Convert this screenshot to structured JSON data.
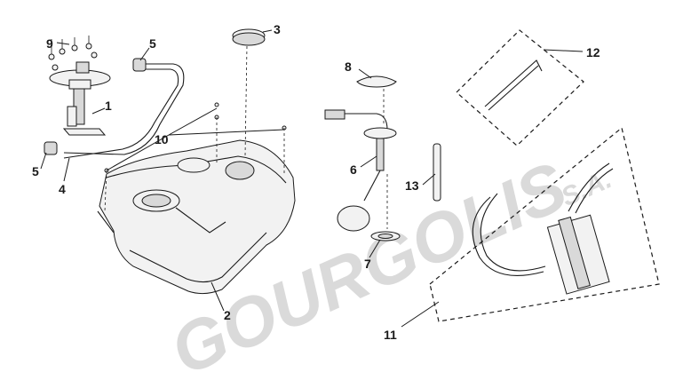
{
  "watermark": {
    "brand": "GOURGOLIS",
    "suffix": "S.A."
  },
  "callouts": {
    "c1": "1",
    "c2": "2",
    "c3": "3",
    "c4": "4",
    "c5a": "5",
    "c5b": "5",
    "c6": "6",
    "c7": "7",
    "c8": "8",
    "c9": "9",
    "c10": "10",
    "c11": "11",
    "c12": "12",
    "c13": "13"
  },
  "colors": {
    "line": "#1a1a1a",
    "watermark": "#bdbdbd",
    "background": "#ffffff"
  }
}
